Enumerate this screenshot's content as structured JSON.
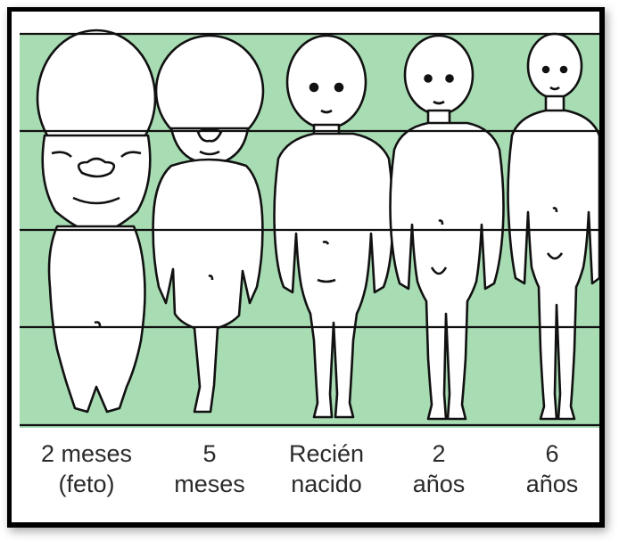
{
  "background_color": "#a8dcb3",
  "stages": [
    {
      "line1": "2 meses",
      "line2": "(feto)"
    },
    {
      "line1": "5",
      "line2": "meses"
    },
    {
      "line1": "Recién",
      "line2": "nacido"
    },
    {
      "line1": "2",
      "line2": "años"
    },
    {
      "line1": "6",
      "line2": "años"
    }
  ]
}
